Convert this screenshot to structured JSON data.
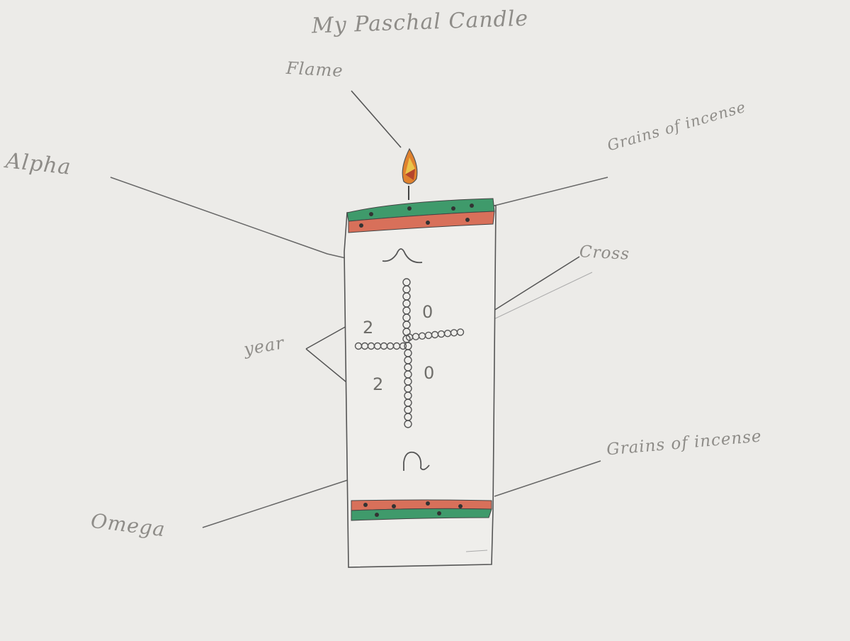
{
  "title": "My Paschal Candle",
  "labels": {
    "flame": "Flame",
    "alpha": "Alpha",
    "grains_top": "Grains of incense",
    "cross": "Cross",
    "year": "year",
    "grains_bottom": "Grains of incense",
    "omega": "Omega"
  },
  "year_digits": {
    "top_left": "2",
    "top_right": "0",
    "bottom_left": "2",
    "bottom_right": "0"
  },
  "colors": {
    "paper": "#ecebe8",
    "pencil": "#8e8c88",
    "band_green": "#3f9a6b",
    "band_red": "#d8705a",
    "flame_orange": "#e0822e",
    "flame_yellow": "#eac34a",
    "flame_red": "#b5452c"
  }
}
